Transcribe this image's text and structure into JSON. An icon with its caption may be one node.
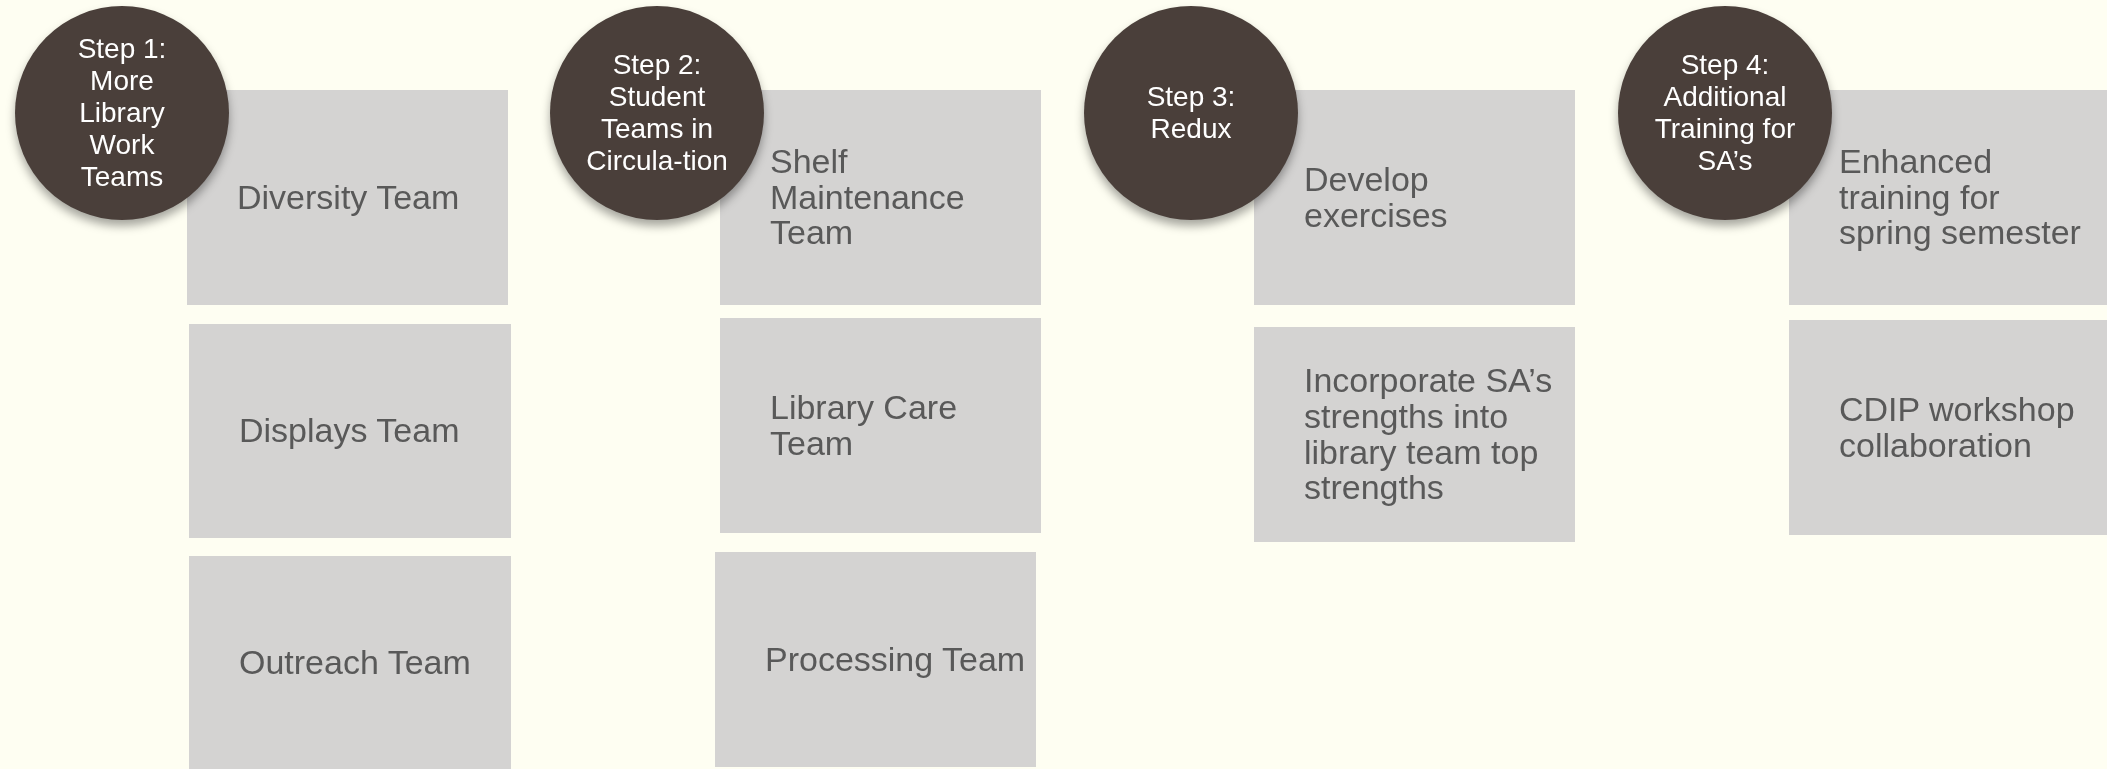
{
  "diagram": {
    "nodes": [
      {
        "text": [
          "Step 1: More Library Work Teams"
        ]
      },
      {
        "text": [
          "Diversity Team"
        ]
      },
      {
        "text": [
          "Displays Team"
        ]
      },
      {
        "text": [
          "Outreach Team"
        ]
      },
      {
        "text": [
          "Step 2: Student Teams in Circula-tion"
        ]
      },
      {
        "text": [
          "Shelf Maintenance Team"
        ]
      },
      {
        "text": [
          "Library Care Team"
        ]
      },
      {
        "text": [
          "Processing Team"
        ]
      },
      {
        "text": [
          "Step 3: Redux"
        ]
      },
      {
        "text": [
          "Develop exercises"
        ]
      },
      {
        "text": [
          "Incorporate SA’s strengths into library team top strengths"
        ]
      },
      {
        "text": [
          "Step 4: Additional Training for SA’s"
        ]
      },
      {
        "text": [
          "Enhanced training for spring semester"
        ]
      },
      {
        "text": [
          "CDIP workshop collaboration"
        ]
      }
    ]
  }
}
